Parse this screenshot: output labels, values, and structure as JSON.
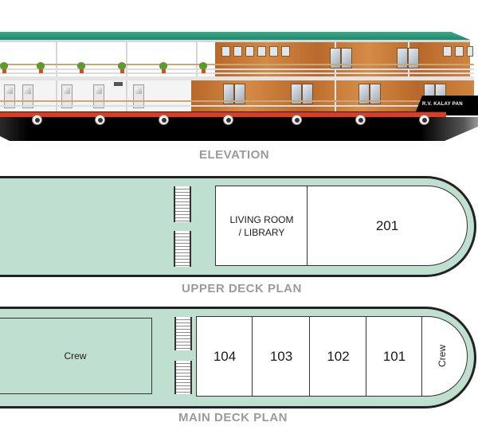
{
  "elevation": {
    "title": "ELEVATION",
    "ship_name": "R.V. KALAY PAN",
    "colors": {
      "roof": "#1f8a6d",
      "wood": "#c47a36",
      "hull": "#000000",
      "stripe": "#e23a1f"
    },
    "wheel_x": [
      46,
      125,
      205,
      286,
      372,
      452,
      532
    ],
    "plant_x": [
      2,
      48,
      100,
      152,
      204,
      255
    ],
    "cabin_door_x": [
      5,
      28,
      77,
      117,
      167
    ]
  },
  "upper_deck": {
    "title": "UPPER DECK PLAN",
    "rooms": [
      {
        "id": "living-room-library",
        "label_line1": "LIVING ROOM",
        "label_line2": "/ LIBRARY"
      },
      {
        "id": "cabin-201",
        "label": "201"
      }
    ]
  },
  "main_deck": {
    "title": "MAIN DECK PLAN",
    "rooms": [
      {
        "id": "crew-aft",
        "label": "Crew"
      },
      {
        "id": "cabin-104",
        "label": "104"
      },
      {
        "id": "cabin-103",
        "label": "103"
      },
      {
        "id": "cabin-102",
        "label": "102"
      },
      {
        "id": "cabin-101",
        "label": "101"
      },
      {
        "id": "crew-bow",
        "label": "Crew"
      }
    ]
  },
  "colors": {
    "deck_fill": "#bfe0d1",
    "outline": "#222222",
    "title_gray": "#9a9a9a"
  }
}
